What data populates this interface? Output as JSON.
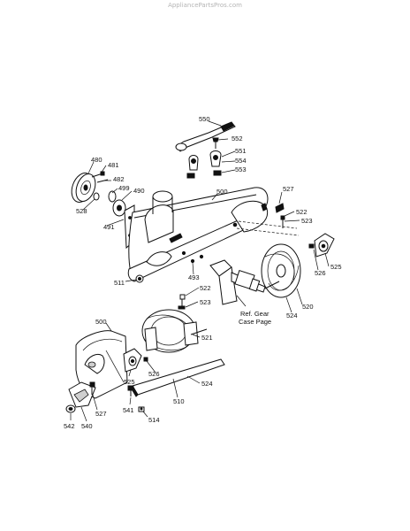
{
  "watermark": "AppliancePartsPros.com",
  "ref_label": [
    "Ref. Gear",
    "Case Page"
  ],
  "labels": {
    "l550": "550",
    "l552": "552",
    "l551": "551",
    "l554": "554",
    "l553": "553",
    "l480": "480",
    "l481": "481",
    "l482": "482",
    "l499": "499",
    "l490": "490",
    "l528": "528",
    "l491": "491",
    "l500a": "500",
    "l527a": "527",
    "l522a": "522",
    "l523a": "523",
    "l526a": "526",
    "l525a": "525",
    "l493": "493",
    "l511": "511",
    "l522b": "522",
    "l523b": "523",
    "l524a": "524",
    "l520": "520",
    "l500b": "500",
    "l521": "521",
    "l526b": "526",
    "l525b": "525",
    "l524b": "524",
    "l510": "510",
    "l541": "541",
    "l527b": "527",
    "l540": "540",
    "l542": "542",
    "l514": "514"
  }
}
